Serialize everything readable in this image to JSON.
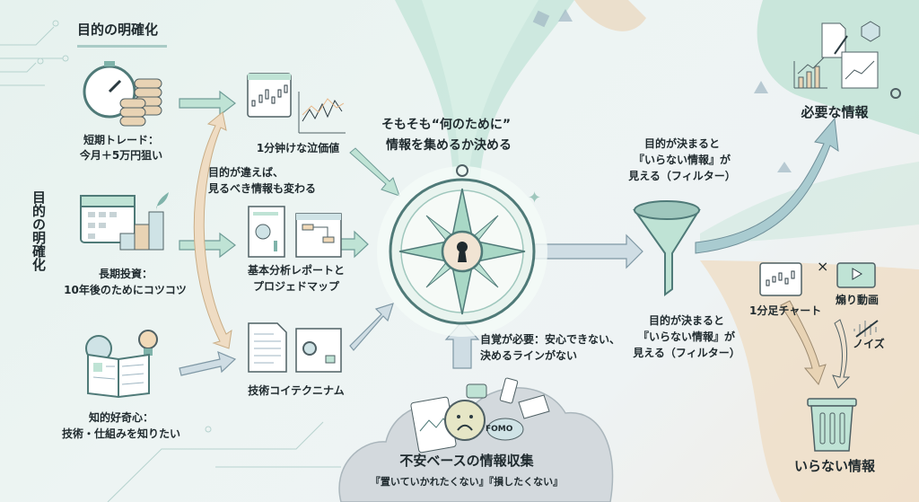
{
  "header": {
    "title": "目的の明確化",
    "vertical_title": "目的の明確化"
  },
  "purposes": [
    {
      "line1": "短期トレード：",
      "line2": "今月＋5万円狙い",
      "icon": "stopwatch-coins-icon"
    },
    {
      "line1": "長期投資：",
      "line2": "10年後のためにコツコツ",
      "icon": "calendar-growth-icon"
    },
    {
      "line1": "知的好奇心：",
      "line2": "技術・仕組みを知りたい",
      "icon": "book-lightbulb-icon"
    }
  ],
  "info_types": [
    {
      "line1": "1分钟けな泣価値",
      "line2": "",
      "icon": "candlestick-chart-icon"
    },
    {
      "line1": "基本分析レポートと",
      "line2": "プロジェドマップ",
      "icon": "report-roadmap-icon"
    },
    {
      "line1": "技術コイテクニナム",
      "line2": "",
      "icon": "tech-document-icon"
    }
  ],
  "curve_note": {
    "line1": "目的が違えば、",
    "line2": "見るべき情報も変わる"
  },
  "center": {
    "line1": "そもそも“何のために”",
    "line2": "情報を集めるか決める",
    "icon": "compass-keyhole-icon"
  },
  "awareness": {
    "line1": "自覚が必要：安心できない、",
    "line2": "決めるラインがない"
  },
  "filter_top": {
    "line1": "目的が決まると",
    "line2": "『いらない情報』が",
    "line3": "見える（フィルター）"
  },
  "filter_bottom": {
    "line1": "目的が決まると",
    "line2": "『いらない情報』が",
    "line3": "見える（フィルター）"
  },
  "anxiety_cloud": {
    "title": "不安ベースの情報収集",
    "subtitle": "『置いていかれたくない』『損したくない』",
    "fomo": "FOMO"
  },
  "needed": {
    "title": "必要な情報"
  },
  "unneeded": {
    "title": "いらない情報",
    "items": [
      {
        "label": "1分足チャート"
      },
      {
        "label": "煽り動画"
      },
      {
        "label": "ノイズ"
      }
    ],
    "cross": "×"
  },
  "colors": {
    "mint": "#a9d8c6",
    "teal": "#7fb3aa",
    "tan": "#e8d3b4",
    "slate": "#9fb6c3",
    "ink": "#2a3a40"
  }
}
